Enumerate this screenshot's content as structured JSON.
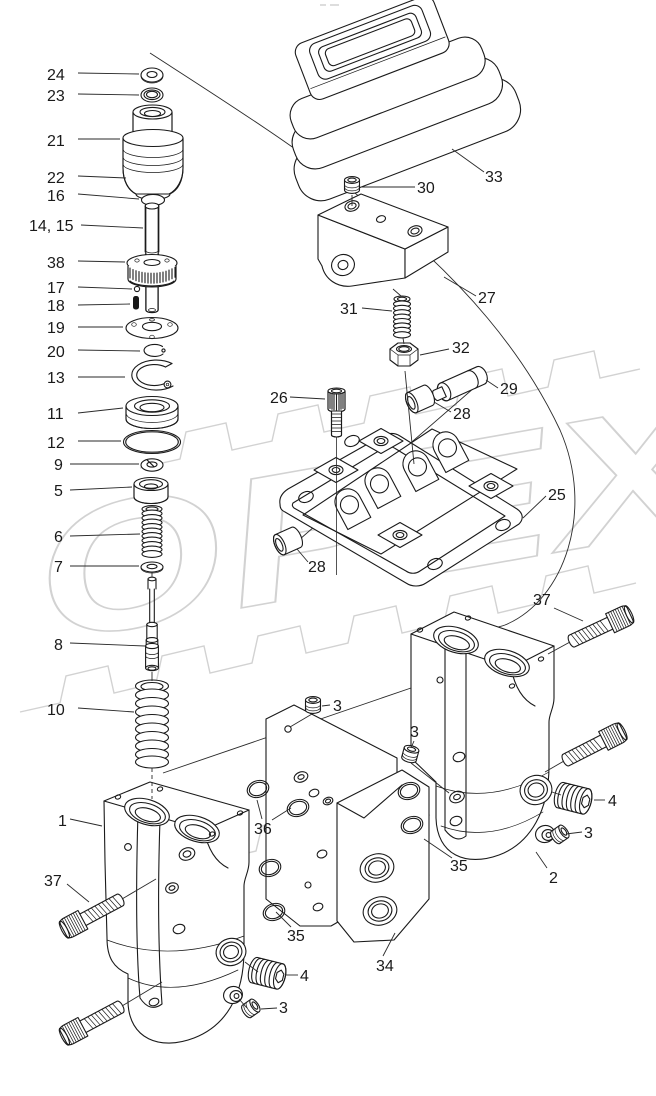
{
  "diagram": {
    "background_color": "#ffffff",
    "ink_color": "#1a1a1a",
    "watermark": {
      "text": "OPEX",
      "color": "#d2d2d2"
    },
    "callouts": [
      {
        "label": "24"
      },
      {
        "label": "23"
      },
      {
        "label": "21"
      },
      {
        "label": "22"
      },
      {
        "label": "16"
      },
      {
        "label": "14, 15"
      },
      {
        "label": "38"
      },
      {
        "label": "17"
      },
      {
        "label": "18"
      },
      {
        "label": "19"
      },
      {
        "label": "20"
      },
      {
        "label": "13"
      },
      {
        "label": "11"
      },
      {
        "label": "12"
      },
      {
        "label": "9"
      },
      {
        "label": "5"
      },
      {
        "label": "6"
      },
      {
        "label": "7"
      },
      {
        "label": "8"
      },
      {
        "label": "10"
      },
      {
        "label": "1"
      },
      {
        "label": "37"
      },
      {
        "label": "33"
      },
      {
        "label": "30"
      },
      {
        "label": "27"
      },
      {
        "label": "31"
      },
      {
        "label": "32"
      },
      {
        "label": "29"
      },
      {
        "label": "28"
      },
      {
        "label": "26"
      },
      {
        "label": "25"
      },
      {
        "label": "28"
      },
      {
        "label": "37"
      },
      {
        "label": "3"
      },
      {
        "label": "3"
      },
      {
        "label": "4"
      },
      {
        "label": "3"
      },
      {
        "label": "35"
      },
      {
        "label": "2"
      },
      {
        "label": "36"
      },
      {
        "label": "35"
      },
      {
        "label": "34"
      },
      {
        "label": "4"
      },
      {
        "label": "3"
      }
    ]
  }
}
